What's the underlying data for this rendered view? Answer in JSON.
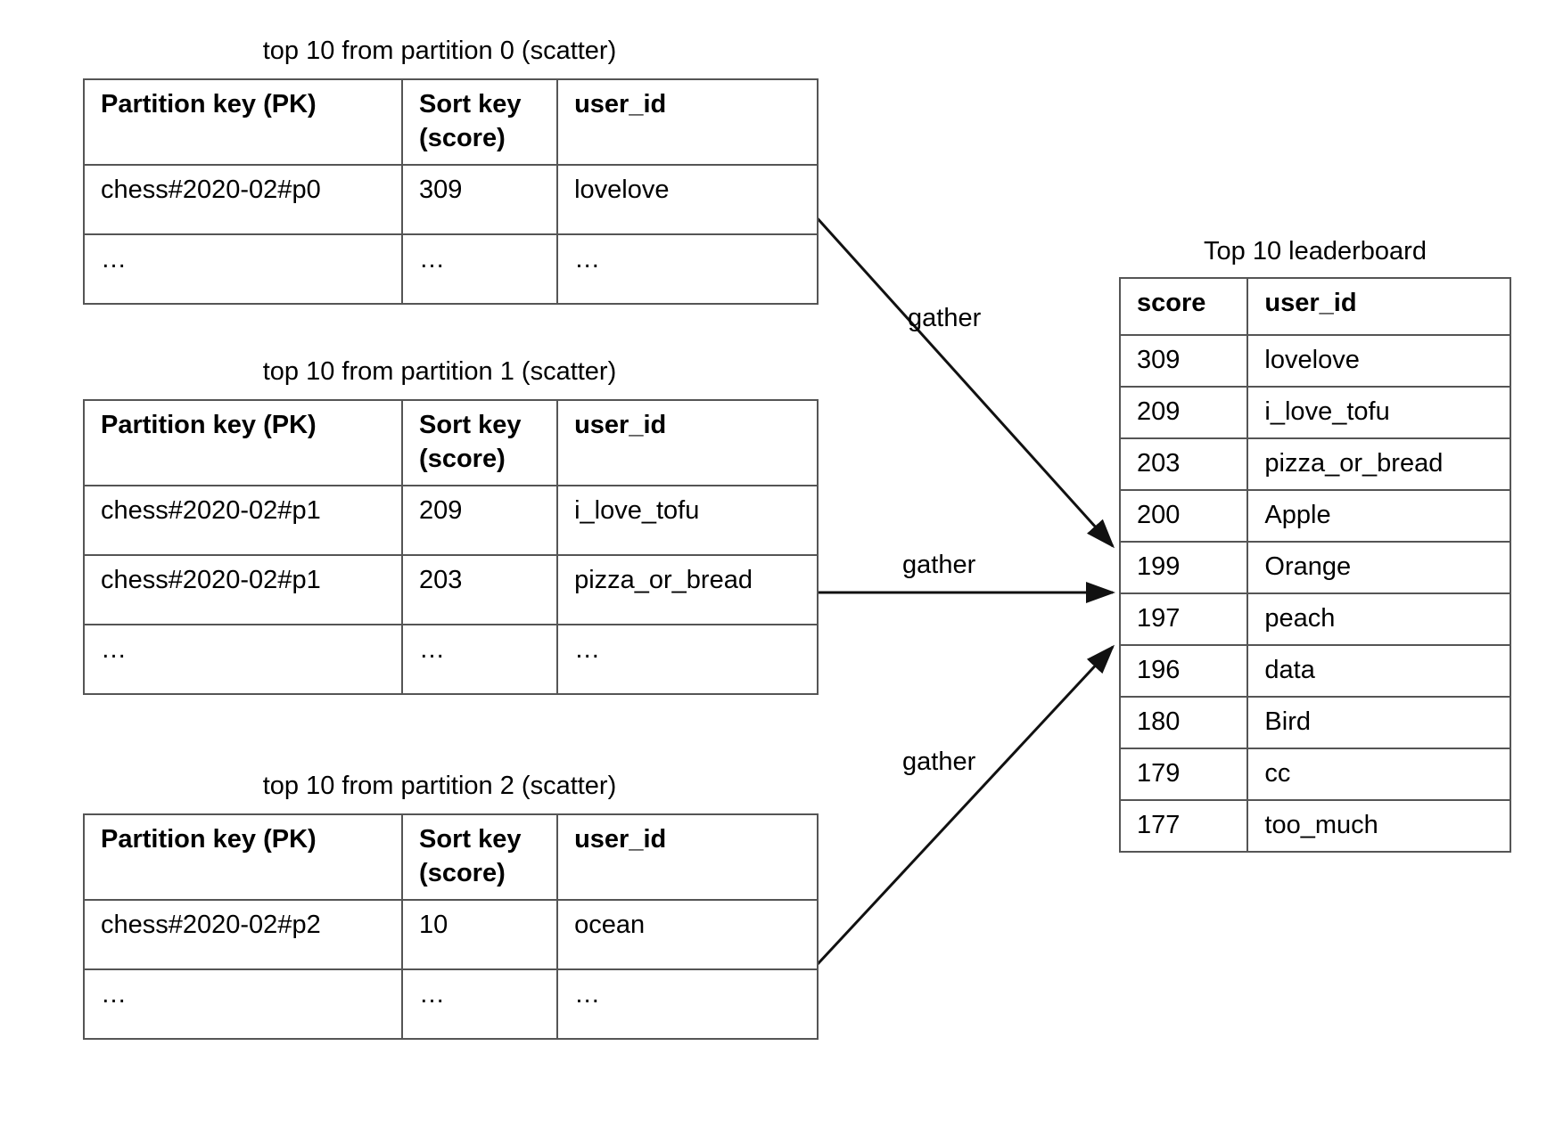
{
  "diagram": {
    "title_p0": "top 10 from partition 0 (scatter)",
    "title_p1": "top 10 from partition 1 (scatter)",
    "title_p2": "top 10 from partition 2 (scatter)",
    "title_leaderboard": "Top 10 leaderboard",
    "gather_label_top": "gather",
    "gather_label_mid": "gather",
    "gather_label_bottom": "gather",
    "ellipsis": "…",
    "line_color": "#555555",
    "text_color": "#000000",
    "background": "#ffffff"
  },
  "partition_table_headers": {
    "pk": "Partition key (PK)",
    "sort_key": "Sort key (score)",
    "user_id": "user_id"
  },
  "partitions": [
    {
      "id": "p0",
      "title": "top 10 from partition 0 (scatter)",
      "rows": [
        {
          "pk": "chess#2020-02#p0",
          "score": "309",
          "user_id": "lovelove"
        },
        {
          "pk": "…",
          "score": "…",
          "user_id": "…"
        }
      ]
    },
    {
      "id": "p1",
      "title": "top 10 from partition 1 (scatter)",
      "rows": [
        {
          "pk": "chess#2020-02#p1",
          "score": "209",
          "user_id": "i_love_tofu"
        },
        {
          "pk": "chess#2020-02#p1",
          "score": "203",
          "user_id": "pizza_or_bread"
        },
        {
          "pk": "…",
          "score": "…",
          "user_id": "…"
        }
      ]
    },
    {
      "id": "p2",
      "title": "top 10 from partition 2 (scatter)",
      "rows": [
        {
          "pk": "chess#2020-02#p2",
          "score": "10",
          "user_id": "ocean"
        },
        {
          "pk": "…",
          "score": "…",
          "user_id": "…"
        }
      ]
    }
  ],
  "leaderboard": {
    "title": "Top 10 leaderboard",
    "headers": {
      "score": "score",
      "user_id": "user_id"
    },
    "rows": [
      {
        "score": "309",
        "user_id": "lovelove"
      },
      {
        "score": "209",
        "user_id": "i_love_tofu"
      },
      {
        "score": "203",
        "user_id": "pizza_or_bread"
      },
      {
        "score": "200",
        "user_id": "Apple"
      },
      {
        "score": "199",
        "user_id": "Orange"
      },
      {
        "score": "197",
        "user_id": "peach"
      },
      {
        "score": "196",
        "user_id": "data"
      },
      {
        "score": "180",
        "user_id": "Bird"
      },
      {
        "score": "179",
        "user_id": "cc"
      },
      {
        "score": "177",
        "user_id": "too_much"
      }
    ]
  }
}
